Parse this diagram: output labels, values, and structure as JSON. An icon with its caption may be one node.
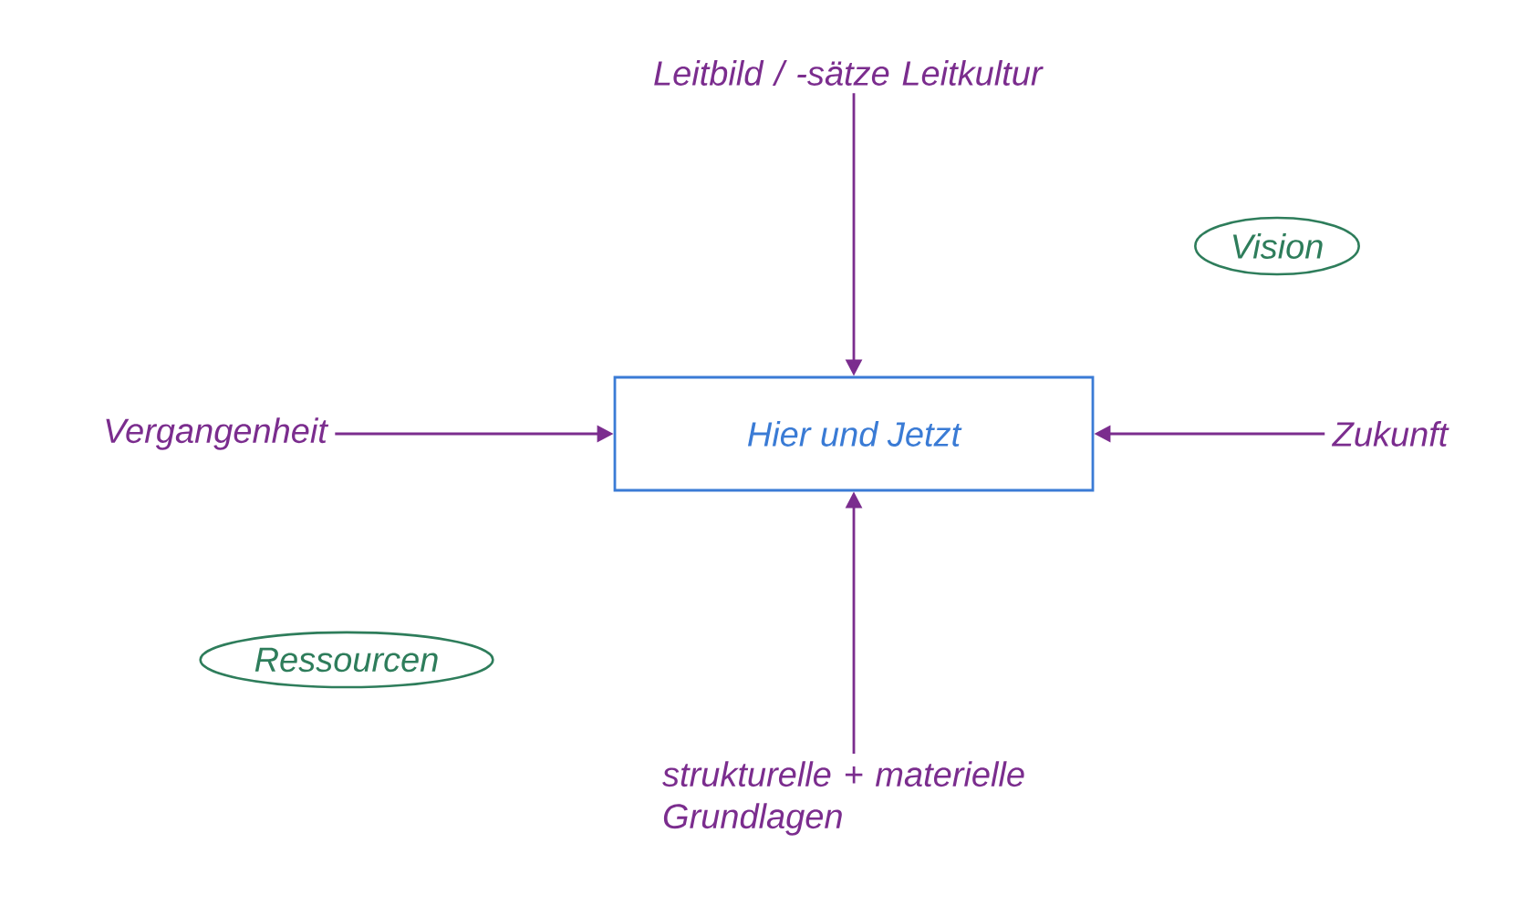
{
  "diagram": {
    "nodes": [
      {
        "text": [
          "Leitbild / -sätze Leitkultur"
        ]
      },
      {
        "text": [
          "Vision"
        ]
      },
      {
        "text": [
          "Vergangenheit"
        ]
      },
      {
        "text": [
          "Hier und Jetzt"
        ]
      },
      {
        "text": [
          "Zukunft"
        ]
      },
      {
        "text": [
          "Ressourcen"
        ]
      },
      {
        "text": [
          "strukturelle + materielle Grundlagen"
        ]
      }
    ],
    "edges": [
      {
        "from": 0,
        "to": 3,
        "arrow": "to"
      },
      {
        "from": 2,
        "to": 3,
        "arrow": "to"
      },
      {
        "from": 4,
        "to": 3,
        "arrow": "to"
      },
      {
        "from": 6,
        "to": 3,
        "arrow": "to"
      }
    ]
  }
}
